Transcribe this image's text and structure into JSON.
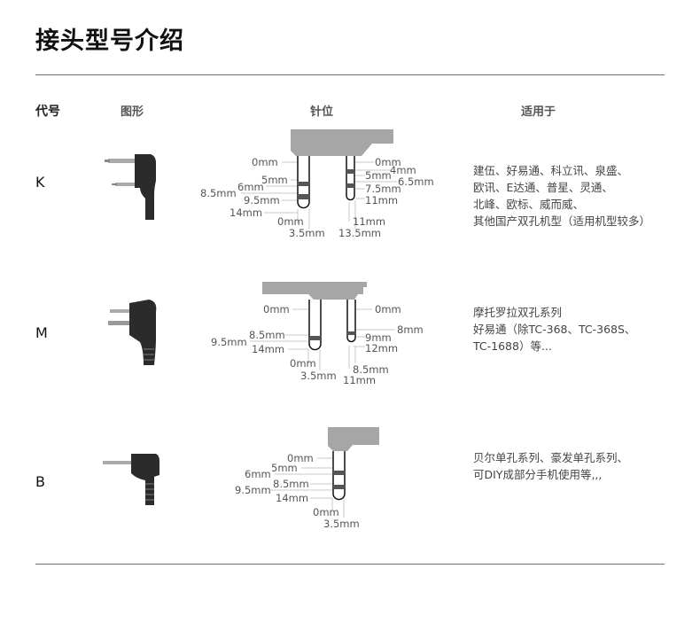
{
  "title": "接头型号介绍",
  "headers": {
    "code": "代号",
    "figure": "图形",
    "pins": "针位",
    "applies": "适用于"
  },
  "colors": {
    "plug_body": "#a6a6a6",
    "band": "#555555",
    "rule": "#6f6f6f",
    "leader": "#c8c8c8"
  },
  "rows": [
    {
      "code": "K",
      "figure_icon": "k-type-dual-pin-connector",
      "applies": "建伍、好易通、科立讯、泉盛、\n欧讯、E达通、普星、灵通、\n北峰、欧标、威而威、\n其他国产双孔机型（适用机型较多）",
      "labels": [
        "0mm",
        "5mm",
        "6mm",
        "8.5mm",
        "9.5mm",
        "14mm",
        "0mm",
        "3.5mm",
        "0mm",
        "4mm",
        "5mm",
        "6.5mm",
        "7.5mm",
        "11mm",
        "11mm",
        "13.5mm"
      ]
    },
    {
      "code": "M",
      "figure_icon": "m-type-dual-pin-connector",
      "applies": "摩托罗拉双孔系列\n好易通（除TC-368、TC-368S、\nTC-1688）等...",
      "labels": [
        "0mm",
        "8.5mm",
        "9.5mm",
        "14mm",
        "0mm",
        "3.5mm",
        "0mm",
        "8mm",
        "9mm",
        "12mm",
        "8.5mm",
        "11mm"
      ]
    },
    {
      "code": "B",
      "figure_icon": "b-type-single-pin-connector",
      "applies": "贝尔单孔系列、豪发单孔系列、\n可DIY成部分手机使用等,,,",
      "labels": [
        "0mm",
        "5mm",
        "6mm",
        "8.5mm",
        "9.5mm",
        "14mm",
        "0mm",
        "3.5mm"
      ]
    }
  ]
}
